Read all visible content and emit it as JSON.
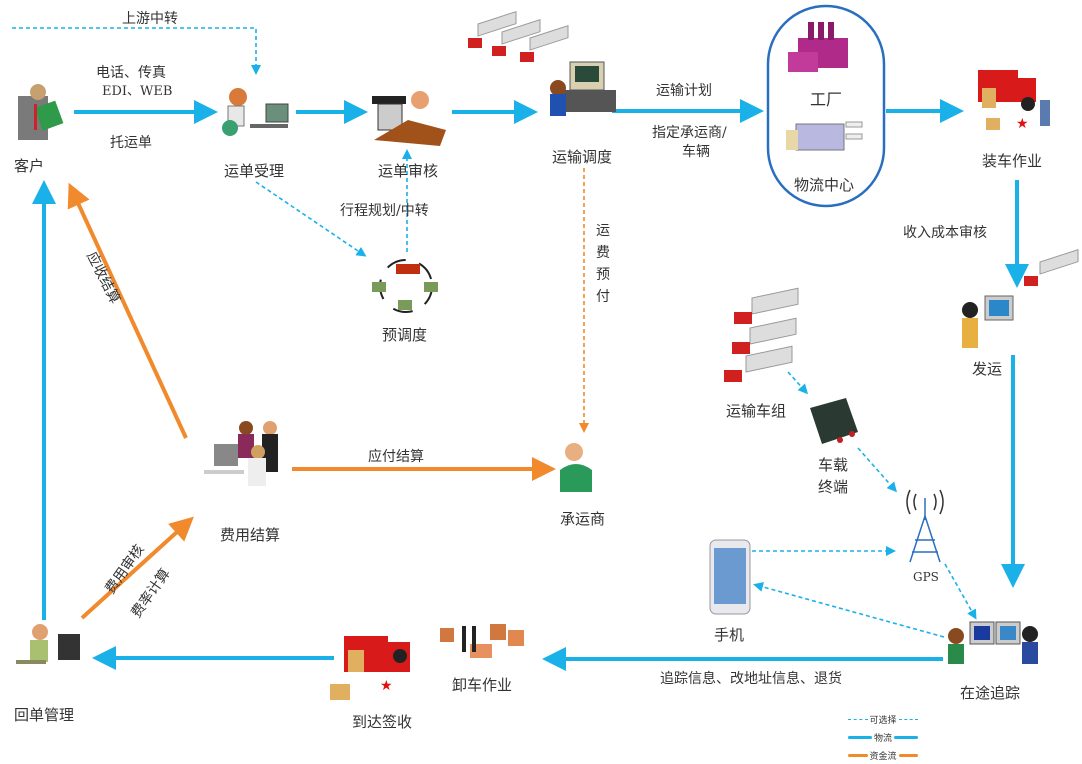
{
  "nodes": {
    "customer": "客户",
    "order_accept": "运单受理",
    "order_review": "运单审核",
    "transport_dispatch": "运输调度",
    "factory": "工厂",
    "logistics_center": "物流中心",
    "loading": "装车作业",
    "pre_dispatch": "预调度",
    "dispatch_ship": "发运",
    "fleet": "运输车组",
    "vehicle_terminal": "车载终端",
    "gps": "GPS",
    "phone": "手机",
    "tracking": "在途追踪",
    "unloading": "卸车作业",
    "arrival_sign": "到达签收",
    "receipt_mgmt": "回单管理",
    "cost_settlement": "费用结算",
    "carrier": "承运商"
  },
  "edges": {
    "upstream_transfer": "上游中转",
    "phone_fax": "电话、传真",
    "edi_web": "EDI、WEB",
    "consignment": "托运单",
    "route_planning": "行程规划/中转",
    "transport_plan": "运输计划",
    "assign_carrier_line1": "指定承运商/",
    "assign_carrier_line2": "车辆",
    "freight_prepaid": "运费预付",
    "income_cost_review": "收入成本审核",
    "receivable_settlement": "应收结算",
    "payable_settlement": "应付结算",
    "cost_review": "费用审核",
    "rate_calc": "费率计算",
    "tracking_info": "追踪信息、改地址信息、退货"
  },
  "legend": {
    "optional": "可选择",
    "logistics_flow": "物流",
    "capital_flow": "资金流"
  },
  "colors": {
    "logistics": "#1ab0e8",
    "capital": "#f08a2c",
    "optional": "#1ab0e8",
    "container": "#2a6fbf"
  }
}
